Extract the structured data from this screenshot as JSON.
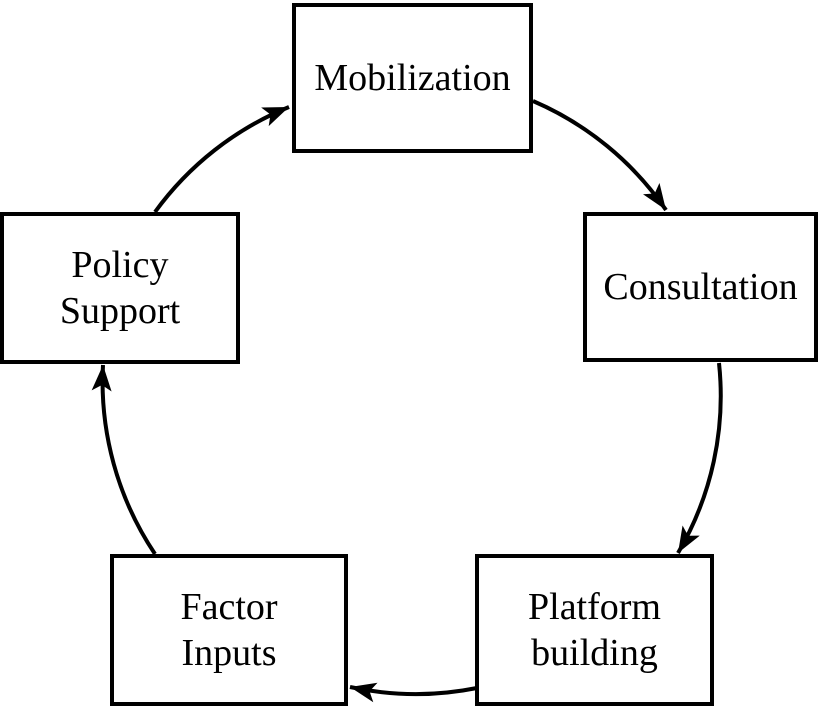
{
  "diagram": {
    "type": "cycle",
    "colors": {
      "background": "#ffffff",
      "node_fill": "#ffffff",
      "node_border": "#000000",
      "text": "#000000",
      "arrow": "#000000"
    },
    "nodes": [
      {
        "id": "mobilization",
        "label": "Mobilization",
        "position": "top"
      },
      {
        "id": "consultation",
        "label": "Consultation",
        "position": "right"
      },
      {
        "id": "platform-building",
        "label": "Platform\nbuilding",
        "position": "bottom-right"
      },
      {
        "id": "factor-inputs",
        "label": "Factor\nInputs",
        "position": "bottom-left"
      },
      {
        "id": "policy-support",
        "label": "Policy\nSupport",
        "position": "left"
      }
    ],
    "edges": [
      {
        "from": "policy-support",
        "to": "mobilization"
      },
      {
        "from": "mobilization",
        "to": "consultation"
      },
      {
        "from": "consultation",
        "to": "platform-building"
      },
      {
        "from": "platform-building",
        "to": "factor-inputs"
      },
      {
        "from": "factor-inputs",
        "to": "policy-support"
      }
    ]
  }
}
